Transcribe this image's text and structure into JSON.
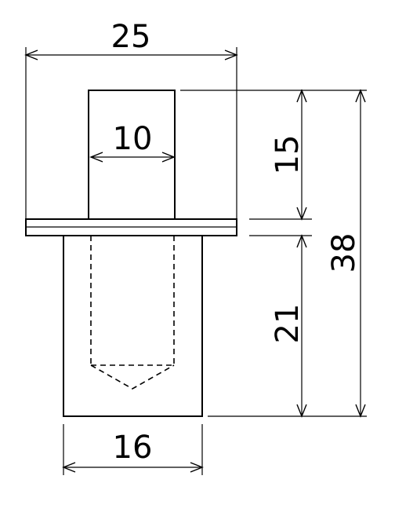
{
  "dimensions": {
    "top_width": "25",
    "shaft_width": "10",
    "head_height": "15",
    "total_height": "38",
    "body_height": "21",
    "body_width": "16"
  },
  "colors": {
    "line": "#000000",
    "background": "#ffffff"
  }
}
